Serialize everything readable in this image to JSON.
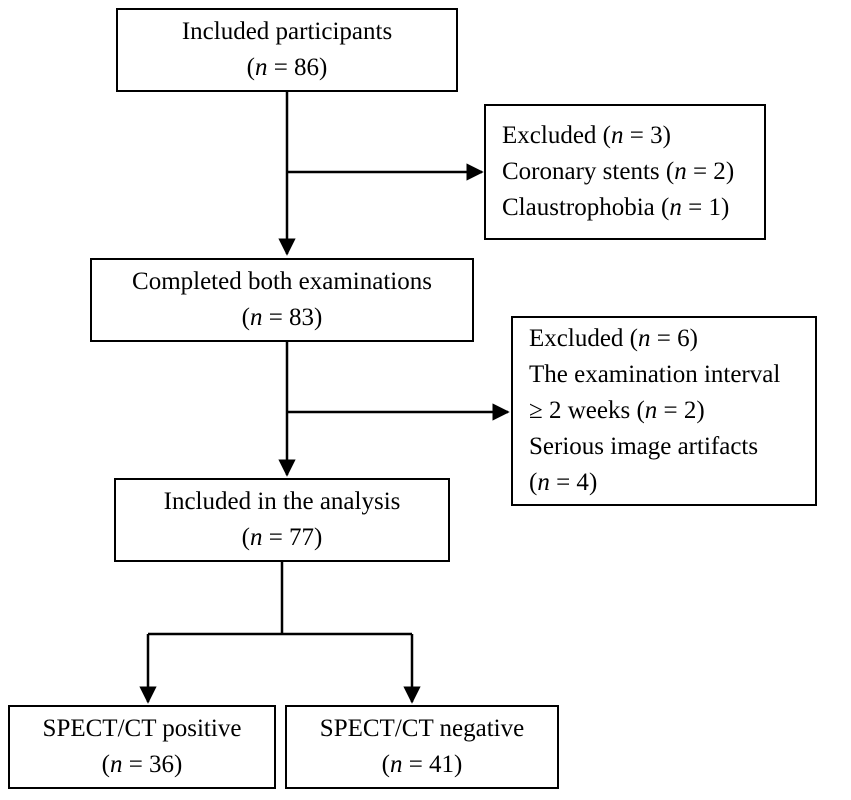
{
  "boxes": {
    "included": {
      "title": "Included participants",
      "n_label": "n",
      "n_value": "= 86"
    },
    "excluded1": {
      "title": "Excluded",
      "title_n": "n",
      "title_value": "= 3",
      "items": [
        {
          "text": "Coronary stents",
          "n": "n",
          "value": "= 2"
        },
        {
          "text": "Claustrophobia",
          "n": "n",
          "value": "= 1"
        }
      ]
    },
    "completed": {
      "title": "Completed both examinations",
      "n_label": "n",
      "n_value": "= 83"
    },
    "excluded2": {
      "title": "Excluded",
      "title_n": "n",
      "title_value": "= 6",
      "line2": "The examination interval",
      "line3_pre": "≥ 2 weeks",
      "line3_n": "n",
      "line3_value": "= 2",
      "line4": "Serious image artifacts",
      "line5_n": "n",
      "line5_value": "= 4"
    },
    "analysis": {
      "title": "Included in the analysis",
      "n_label": "n",
      "n_value": "= 77"
    },
    "positive": {
      "title": "SPECT/CT positive",
      "n_label": "n",
      "n_value": "= 36"
    },
    "negative": {
      "title": "SPECT/CT negative",
      "n_label": "n",
      "n_value": "= 41"
    }
  }
}
